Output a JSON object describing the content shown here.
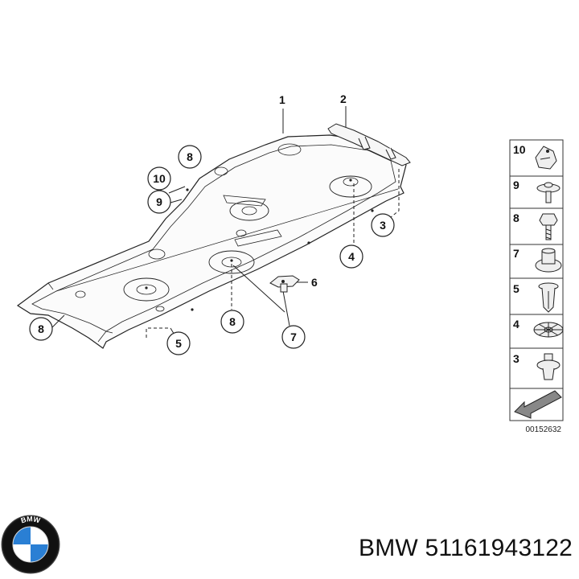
{
  "diagram": {
    "callouts": {
      "c1": "1",
      "c2": "2",
      "c3": "3",
      "c4": "4",
      "c5": "5",
      "c6": "6",
      "c7": "7",
      "c8a": "8",
      "c8b": "8",
      "c8c": "8",
      "c9": "9",
      "c10": "10"
    },
    "legend": {
      "items": [
        "10",
        "9",
        "8",
        "7",
        "5",
        "4",
        "3"
      ]
    },
    "drawing_number": "00152632"
  },
  "brand": {
    "logo_text": "BMW",
    "part_number_line": "BMW 51161943122",
    "colors": {
      "blue": "#2a7fd4",
      "white": "#ffffff",
      "ring": "#111111"
    }
  }
}
